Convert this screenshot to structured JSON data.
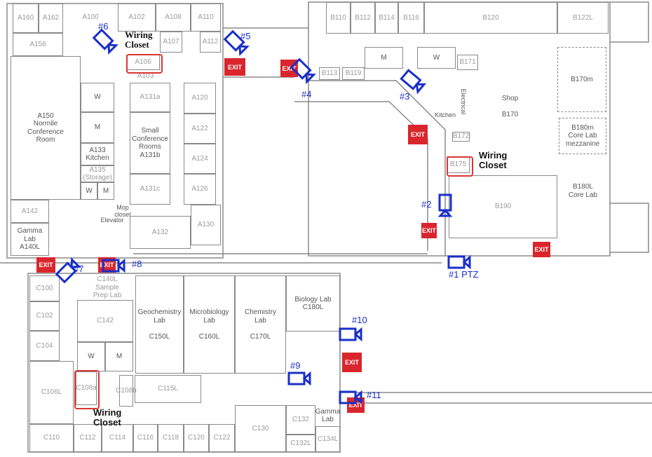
{
  "title": "Building Floor Plan - Camera and Wiring Closet Locations",
  "exit_label": "EXIT",
  "colors": {
    "camera": "#1a2fc9",
    "exit": "#d9262c",
    "wiring_closet": "#d33333"
  },
  "rooms": [
    "A160",
    "A162",
    "A100",
    "A158",
    "A102",
    "A108",
    "A110",
    "A107",
    "A112",
    "A106",
    "A103",
    "A150\nNormile\nConference\nRoom",
    "W",
    "M",
    "A133\nKitchen",
    "A135\n(Storage)",
    "W",
    "M",
    "A131a",
    "Small\nConference\nRooms\nA131b",
    "A131c",
    "A120",
    "A122",
    "A124",
    "A126",
    "A130",
    "A132",
    "A142",
    "Gamma\nLab\nA140L",
    "B110",
    "B112",
    "B114",
    "B116",
    "B120",
    "B122L",
    "M",
    "W",
    "B171",
    "B113",
    "B119",
    "Shop\n\nB170",
    "B170m",
    "B180m\nCore Lab\nmezzanine",
    "B180L\nCore Lab",
    "B190",
    "B172",
    "B175",
    "C100",
    "C102",
    "C104",
    "C106L",
    "C110",
    "C140L\nSample\nPrep Lab",
    "C142",
    "W",
    "M",
    "C108a",
    "C108b",
    "Geochemistry\nLab\n\nC150L",
    "Microbiology\nLab\n\nC160L",
    "Chemistry\nLab\n\nC170L",
    "Biology Lab\nC180L",
    "C115L",
    "C130",
    "C132",
    "C132L",
    "Gamma\nLab",
    "C134L",
    "C112",
    "C114",
    "C116",
    "C118",
    "C120",
    "C122"
  ],
  "annotations": [
    "Elevator",
    "Mop\ncloset",
    "Kitchen",
    "Electrical"
  ],
  "wiring_closets": [
    {
      "label": "Wiring\nCloset"
    },
    {
      "label": "Wiring\nCloset"
    },
    {
      "label": "Wiring\nCloset"
    }
  ],
  "cameras": [
    {
      "label": "#1 PTZ"
    },
    {
      "label": "#2"
    },
    {
      "label": "#3"
    },
    {
      "label": "#4"
    },
    {
      "label": "#5"
    },
    {
      "label": "#6"
    },
    {
      "label": "#7"
    },
    {
      "label": "#8"
    },
    {
      "label": "#9"
    },
    {
      "label": "#10"
    },
    {
      "label": "#11"
    }
  ]
}
